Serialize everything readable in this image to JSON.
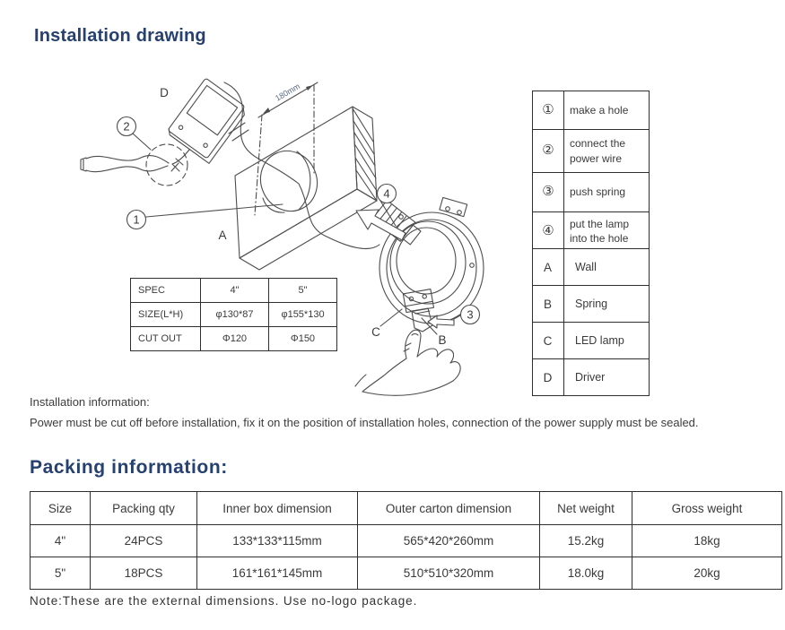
{
  "page": {
    "title1": "Installation drawing",
    "title2": "Packing information:",
    "installation_info_label": "Installation information:",
    "installation_info_text": "Power must be cut off before installation, fix it on the position of installation holes, connection of the power supply must be sealed.",
    "note": "Note:These are the external dimensions. Use no-logo package."
  },
  "drawing": {
    "dimension_label": "180mm",
    "marker1": "1",
    "marker2": "2",
    "marker3": "3",
    "marker4": "4",
    "letterA": "A",
    "letterB": "B",
    "letterC": "C",
    "letterD": "D"
  },
  "spec_table": {
    "rows": [
      [
        "SPEC",
        "4\"",
        "5\""
      ],
      [
        "SIZE(L*H)",
        "φ130*87",
        "φ155*130"
      ],
      [
        "CUT OUT",
        "Φ120",
        "Φ150"
      ]
    ]
  },
  "steps_table": {
    "rows": [
      {
        "marker": "①",
        "text": "make a hole"
      },
      {
        "marker": "②",
        "text": "connect  the power wire"
      },
      {
        "marker": "③",
        "text": "push spring"
      },
      {
        "marker": "④",
        "text": "put the lamp into the hole"
      }
    ]
  },
  "parts_table": {
    "rows": [
      {
        "key": "A",
        "text": "Wall"
      },
      {
        "key": "B",
        "text": "Spring"
      },
      {
        "key": "C",
        "text": "LED lamp"
      },
      {
        "key": "D",
        "text": "Driver"
      }
    ]
  },
  "packing_table": {
    "headers": [
      "Size",
      "Packing qty",
      "Inner box dimension",
      "Outer carton dimension",
      "Net weight",
      "Gross weight"
    ],
    "rows": [
      [
        "4\"",
        "24PCS",
        "133*133*115mm",
        "565*420*260mm",
        "15.2kg",
        "18kg"
      ],
      [
        "5\"",
        "18PCS",
        "161*161*145mm",
        "510*510*320mm",
        "18.0kg",
        "20kg"
      ]
    ]
  },
  "colors": {
    "heading": "#264070",
    "line": "#4d4d4d",
    "text": "#3a3a3a"
  }
}
